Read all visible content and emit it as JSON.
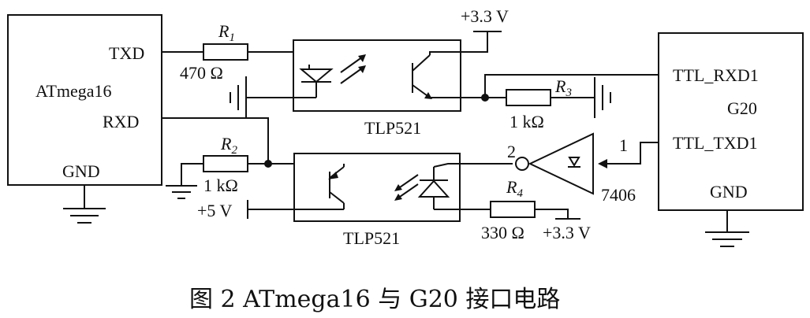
{
  "mcu": {
    "name": "ATmega16",
    "txd": "TXD",
    "rxd": "RXD",
    "gnd": "GND"
  },
  "module": {
    "name": "G20",
    "ttl_rxd": "TTL_RXD1",
    "ttl_txd": "TTL_TXD1",
    "gnd": "GND"
  },
  "resistors": {
    "r1": {
      "label": "R",
      "sub": "1",
      "value": "470  Ω"
    },
    "r2": {
      "label": "R",
      "sub": "2",
      "value": "1 kΩ"
    },
    "r3": {
      "label": "R",
      "sub": "3",
      "value": "1 kΩ"
    },
    "r4": {
      "label": "R",
      "sub": "4",
      "value": "330  Ω"
    }
  },
  "optocouplers": {
    "top": "TLP521",
    "bottom": "TLP521"
  },
  "supplies": {
    "v33_top": "+3.3 V",
    "v5": "+5 V",
    "v33_bottom": "+3.3 V"
  },
  "inverter": {
    "name": "7406",
    "pin_in": "1",
    "pin_out": "2"
  },
  "caption": "图 2   ATmega16 与 G20 接口电路"
}
